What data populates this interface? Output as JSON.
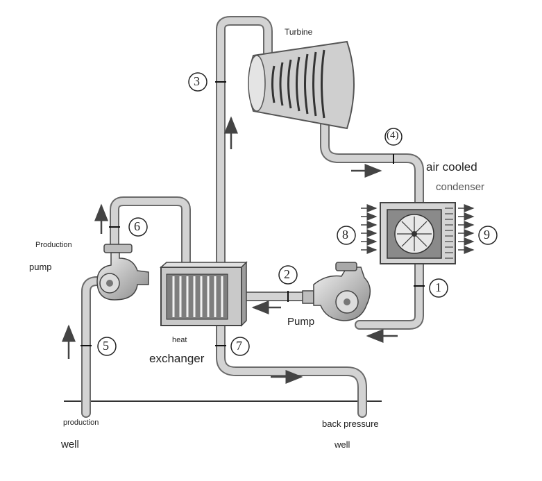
{
  "labels": {
    "turbine": "Turbine",
    "air_cooled": "air cooled",
    "condenser": "condenser",
    "production_pump_1": "Production",
    "production_pump_2": "pump",
    "heat": "heat",
    "exchanger": "exchanger",
    "pump": "Pump",
    "production_well_1": "production",
    "production_well_2": "well",
    "back_pressure_1": "back pressure",
    "back_pressure_2": "well"
  },
  "points": {
    "p1": "1",
    "p2": "2",
    "p3": "3",
    "p4": "(4)",
    "p5": "5",
    "p6": "6",
    "p7": "7",
    "p8": "8",
    "p9": "9"
  }
}
